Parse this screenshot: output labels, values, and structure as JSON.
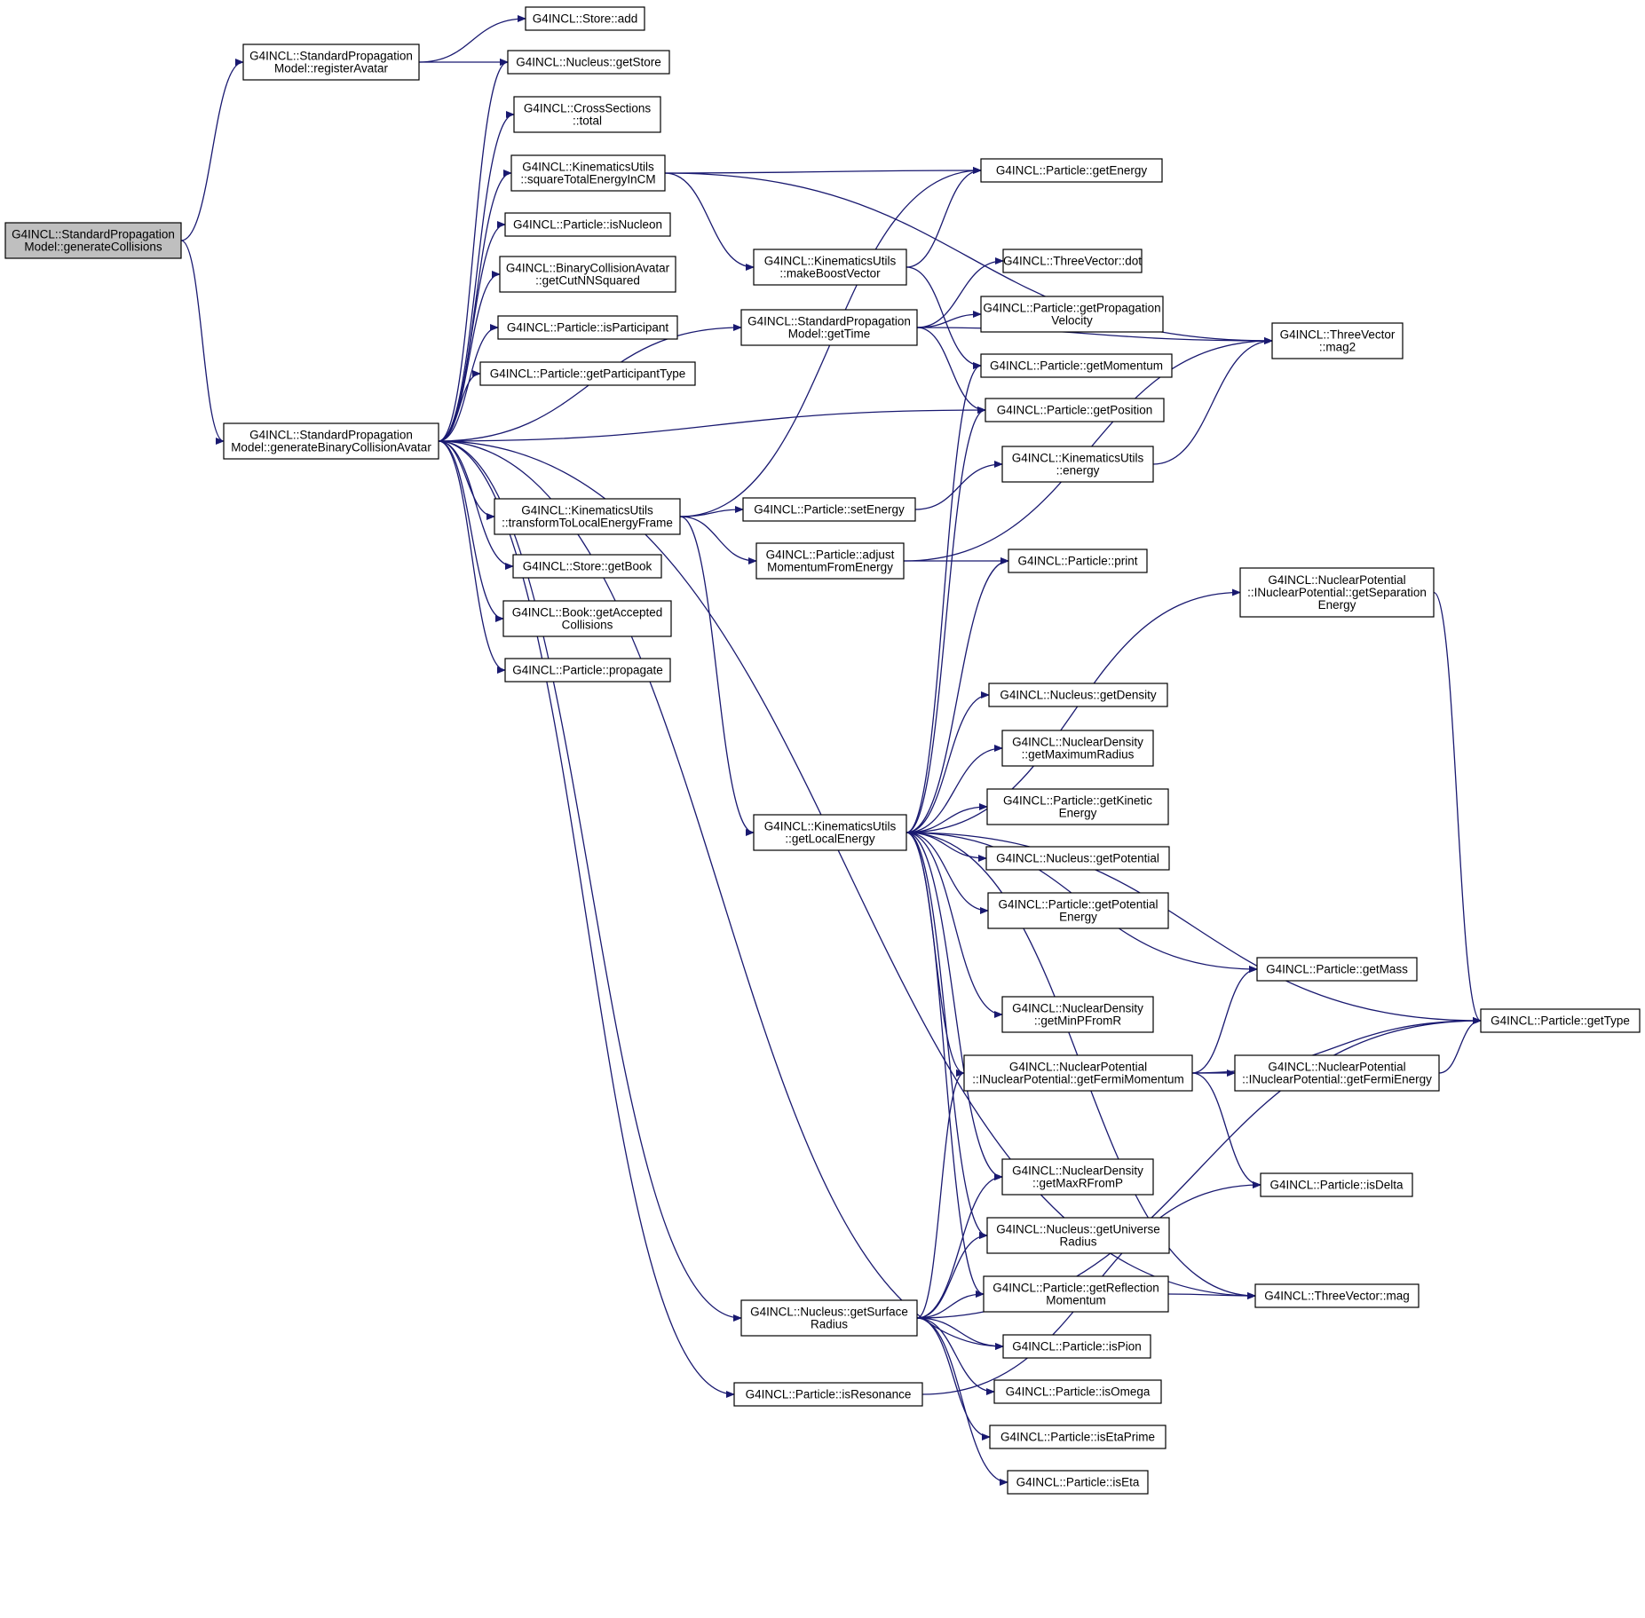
{
  "colors": {
    "edge": "#191970",
    "root_fill": "#bfbfbf",
    "node_fill": "#ffffff",
    "node_stroke": "#000000",
    "truncated_stroke": "#ff0000",
    "text": "#000000"
  },
  "nodes": [
    {
      "id": "generateCollisions",
      "lines": [
        "G4INCL::StandardPropagation",
        "Model::generateCollisions"
      ],
      "root": true
    },
    {
      "id": "registerAvatar",
      "lines": [
        "G4INCL::StandardPropagation",
        "Model::registerAvatar"
      ]
    },
    {
      "id": "generateBinaryCollisionAvatar",
      "lines": [
        "G4INCL::StandardPropagation",
        "Model::generateBinaryCollisionAvatar"
      ]
    },
    {
      "id": "Store_add",
      "lines": [
        "G4INCL::Store::add"
      ]
    },
    {
      "id": "Nucleus_getStore",
      "lines": [
        "G4INCL::Nucleus::getStore"
      ]
    },
    {
      "id": "CrossSections_total",
      "lines": [
        "G4INCL::CrossSections",
        "::total"
      ]
    },
    {
      "id": "squareTotalEnergyInCM",
      "lines": [
        "G4INCL::KinematicsUtils",
        "::squareTotalEnergyInCM"
      ]
    },
    {
      "id": "isNucleon",
      "lines": [
        "G4INCL::Particle::isNucleon"
      ]
    },
    {
      "id": "getCutNNSquared",
      "lines": [
        "G4INCL::BinaryCollisionAvatar",
        "::getCutNNSquared"
      ]
    },
    {
      "id": "isParticipant",
      "lines": [
        "G4INCL::Particle::isParticipant"
      ]
    },
    {
      "id": "getParticipantType",
      "lines": [
        "G4INCL::Particle::getParticipantType"
      ]
    },
    {
      "id": "transformToLocalEnergyFrame",
      "lines": [
        "G4INCL::KinematicsUtils",
        "::transformToLocalEnergyFrame"
      ]
    },
    {
      "id": "Store_getBook",
      "lines": [
        "G4INCL::Store::getBook"
      ]
    },
    {
      "id": "getAcceptedCollisions",
      "lines": [
        "G4INCL::Book::getAccepted",
        "Collisions"
      ]
    },
    {
      "id": "propagate",
      "lines": [
        "G4INCL::Particle::propagate"
      ]
    },
    {
      "id": "makeBoostVector",
      "lines": [
        "G4INCL::KinematicsUtils",
        "::makeBoostVector"
      ]
    },
    {
      "id": "getTime",
      "lines": [
        "G4INCL::StandardPropagation",
        "Model::getTime"
      ]
    },
    {
      "id": "setEnergy",
      "lines": [
        "G4INCL::Particle::setEnergy"
      ]
    },
    {
      "id": "adjustMomentumFromEnergy",
      "lines": [
        "G4INCL::Particle::adjust",
        "MomentumFromEnergy"
      ]
    },
    {
      "id": "getLocalEnergy",
      "lines": [
        "G4INCL::KinematicsUtils",
        "::getLocalEnergy"
      ]
    },
    {
      "id": "getSurfaceRadius",
      "lines": [
        "G4INCL::Nucleus::getSurface",
        "Radius"
      ]
    },
    {
      "id": "isResonance",
      "lines": [
        "G4INCL::Particle::isResonance"
      ]
    },
    {
      "id": "getEnergy",
      "lines": [
        "G4INCL::Particle::getEnergy"
      ]
    },
    {
      "id": "ThreeVector_dot",
      "lines": [
        "G4INCL::ThreeVector::dot"
      ]
    },
    {
      "id": "getPropagationVelocity",
      "lines": [
        "G4INCL::Particle::getPropagation",
        "Velocity"
      ]
    },
    {
      "id": "getMomentum",
      "lines": [
        "G4INCL::Particle::getMomentum"
      ]
    },
    {
      "id": "getPosition",
      "lines": [
        "G4INCL::Particle::getPosition"
      ]
    },
    {
      "id": "KU_energy",
      "lines": [
        "G4INCL::KinematicsUtils",
        "::energy"
      ]
    },
    {
      "id": "Particle_print",
      "lines": [
        "G4INCL::Particle::print"
      ],
      "truncated": true
    },
    {
      "id": "getDensity",
      "lines": [
        "G4INCL::Nucleus::getDensity"
      ]
    },
    {
      "id": "getMaximumRadius",
      "lines": [
        "G4INCL::NuclearDensity",
        "::getMaximumRadius"
      ]
    },
    {
      "id": "getKineticEnergy",
      "lines": [
        "G4INCL::Particle::getKinetic",
        "Energy"
      ]
    },
    {
      "id": "getPotential",
      "lines": [
        "G4INCL::Nucleus::getPotential"
      ]
    },
    {
      "id": "getPotentialEnergy",
      "lines": [
        "G4INCL::Particle::getPotential",
        "Energy"
      ]
    },
    {
      "id": "getMinPFromR",
      "lines": [
        "G4INCL::NuclearDensity",
        "::getMinPFromR"
      ]
    },
    {
      "id": "getFermiMomentum",
      "lines": [
        "G4INCL::NuclearPotential",
        "::INuclearPotential::getFermiMomentum"
      ]
    },
    {
      "id": "getMaxRFromP",
      "lines": [
        "G4INCL::NuclearDensity",
        "::getMaxRFromP"
      ]
    },
    {
      "id": "getUniverseRadius",
      "lines": [
        "G4INCL::Nucleus::getUniverse",
        "Radius"
      ]
    },
    {
      "id": "getReflectionMomentum",
      "lines": [
        "G4INCL::Particle::getReflection",
        "Momentum"
      ]
    },
    {
      "id": "isPion",
      "lines": [
        "G4INCL::Particle::isPion"
      ]
    },
    {
      "id": "isOmega",
      "lines": [
        "G4INCL::Particle::isOmega"
      ]
    },
    {
      "id": "isEtaPrime",
      "lines": [
        "G4INCL::Particle::isEtaPrime"
      ]
    },
    {
      "id": "isEta",
      "lines": [
        "G4INCL::Particle::isEta"
      ]
    },
    {
      "id": "ThreeVector_mag2",
      "lines": [
        "G4INCL::ThreeVector",
        "::mag2"
      ]
    },
    {
      "id": "getSeparationEnergy",
      "lines": [
        "G4INCL::NuclearPotential",
        "::INuclearPotential::getSeparation",
        "Energy"
      ]
    },
    {
      "id": "getMass",
      "lines": [
        "G4INCL::Particle::getMass"
      ]
    },
    {
      "id": "getFermiEnergy",
      "lines": [
        "G4INCL::NuclearPotential",
        "::INuclearPotential::getFermiEnergy"
      ]
    },
    {
      "id": "isDelta",
      "lines": [
        "G4INCL::Particle::isDelta"
      ]
    },
    {
      "id": "ThreeVector_mag",
      "lines": [
        "G4INCL::ThreeVector::mag"
      ]
    },
    {
      "id": "getType",
      "lines": [
        "G4INCL::Particle::getType"
      ]
    }
  ],
  "edges": [
    [
      "generateCollisions",
      "registerAvatar"
    ],
    [
      "generateCollisions",
      "generateBinaryCollisionAvatar"
    ],
    [
      "registerAvatar",
      "Store_add"
    ],
    [
      "registerAvatar",
      "Nucleus_getStore"
    ],
    [
      "generateBinaryCollisionAvatar",
      "Nucleus_getStore"
    ],
    [
      "generateBinaryCollisionAvatar",
      "CrossSections_total"
    ],
    [
      "generateBinaryCollisionAvatar",
      "squareTotalEnergyInCM"
    ],
    [
      "generateBinaryCollisionAvatar",
      "isNucleon"
    ],
    [
      "generateBinaryCollisionAvatar",
      "getCutNNSquared"
    ],
    [
      "generateBinaryCollisionAvatar",
      "isParticipant"
    ],
    [
      "generateBinaryCollisionAvatar",
      "getParticipantType"
    ],
    [
      "generateBinaryCollisionAvatar",
      "getTime"
    ],
    [
      "generateBinaryCollisionAvatar",
      "getPosition"
    ],
    [
      "generateBinaryCollisionAvatar",
      "transformToLocalEnergyFrame"
    ],
    [
      "generateBinaryCollisionAvatar",
      "Store_getBook"
    ],
    [
      "generateBinaryCollisionAvatar",
      "getAcceptedCollisions"
    ],
    [
      "generateBinaryCollisionAvatar",
      "propagate"
    ],
    [
      "generateBinaryCollisionAvatar",
      "isPion"
    ],
    [
      "generateBinaryCollisionAvatar",
      "getSurfaceRadius"
    ],
    [
      "generateBinaryCollisionAvatar",
      "ThreeVector_mag"
    ],
    [
      "generateBinaryCollisionAvatar",
      "isResonance"
    ],
    [
      "squareTotalEnergyInCM",
      "getEnergy"
    ],
    [
      "squareTotalEnergyInCM",
      "ThreeVector_mag2"
    ],
    [
      "squareTotalEnergyInCM",
      "makeBoostVector"
    ],
    [
      "makeBoostVector",
      "getEnergy"
    ],
    [
      "makeBoostVector",
      "getMomentum"
    ],
    [
      "getTime",
      "ThreeVector_dot"
    ],
    [
      "getTime",
      "getPropagationVelocity"
    ],
    [
      "getTime",
      "ThreeVector_mag2"
    ],
    [
      "getTime",
      "getPosition"
    ],
    [
      "transformToLocalEnergyFrame",
      "getEnergy"
    ],
    [
      "transformToLocalEnergyFrame",
      "setEnergy"
    ],
    [
      "transformToLocalEnergyFrame",
      "adjustMomentumFromEnergy"
    ],
    [
      "transformToLocalEnergyFrame",
      "getLocalEnergy"
    ],
    [
      "setEnergy",
      "KU_energy"
    ],
    [
      "adjustMomentumFromEnergy",
      "ThreeVector_mag2"
    ],
    [
      "adjustMomentumFromEnergy",
      "Particle_print"
    ],
    [
      "KU_energy",
      "ThreeVector_mag2"
    ],
    [
      "getLocalEnergy",
      "getMomentum"
    ],
    [
      "getLocalEnergy",
      "getPosition"
    ],
    [
      "getLocalEnergy",
      "Particle_print"
    ],
    [
      "getLocalEnergy",
      "getSeparationEnergy"
    ],
    [
      "getLocalEnergy",
      "getType"
    ],
    [
      "getLocalEnergy",
      "getDensity"
    ],
    [
      "getLocalEnergy",
      "getMaximumRadius"
    ],
    [
      "getLocalEnergy",
      "getKineticEnergy"
    ],
    [
      "getLocalEnergy",
      "getPotential"
    ],
    [
      "getLocalEnergy",
      "getPotentialEnergy"
    ],
    [
      "getLocalEnergy",
      "getMass"
    ],
    [
      "getLocalEnergy",
      "getMinPFromR"
    ],
    [
      "getLocalEnergy",
      "getFermiMomentum"
    ],
    [
      "getLocalEnergy",
      "getMaxRFromP"
    ],
    [
      "getLocalEnergy",
      "getUniverseRadius"
    ],
    [
      "getLocalEnergy",
      "getReflectionMomentum"
    ],
    [
      "getLocalEnergy",
      "ThreeVector_mag"
    ],
    [
      "getFermiMomentum",
      "getMass"
    ],
    [
      "getFermiMomentum",
      "getType"
    ],
    [
      "getFermiMomentum",
      "getFermiEnergy"
    ],
    [
      "getFermiMomentum",
      "isDelta"
    ],
    [
      "getFermiEnergy",
      "getType"
    ],
    [
      "getSeparationEnergy",
      "getType"
    ],
    [
      "getReflectionMomentum",
      "ThreeVector_mag"
    ],
    [
      "getSurfaceRadius",
      "getFermiMomentum"
    ],
    [
      "getSurfaceRadius",
      "getMaxRFromP"
    ],
    [
      "getSurfaceRadius",
      "getUniverseRadius"
    ],
    [
      "getSurfaceRadius",
      "getReflectionMomentum"
    ],
    [
      "getSurfaceRadius",
      "isPion"
    ],
    [
      "getSurfaceRadius",
      "isOmega"
    ],
    [
      "getSurfaceRadius",
      "isEtaPrime"
    ],
    [
      "getSurfaceRadius",
      "isEta"
    ],
    [
      "getSurfaceRadius",
      "getType"
    ],
    [
      "isResonance",
      "isDelta"
    ]
  ]
}
